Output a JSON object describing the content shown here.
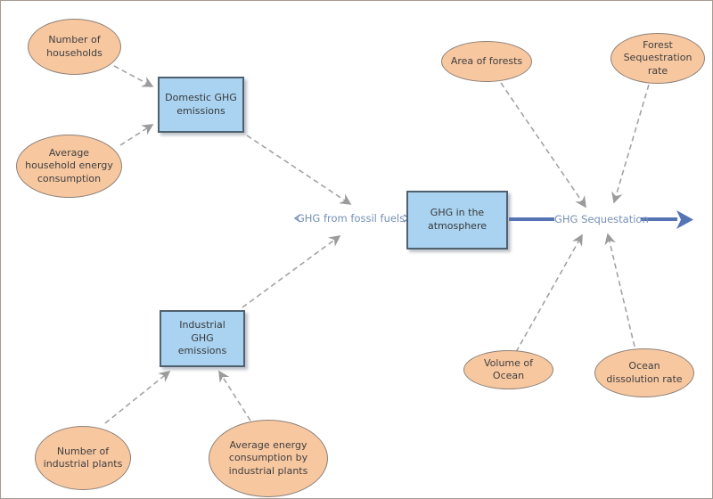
{
  "diagram": {
    "variables": {
      "number_of_households": {
        "label": "Number of households"
      },
      "average_household_energy_consumption": {
        "label": "Average household energy consumption"
      },
      "number_of_industrial_plants": {
        "label": "Number of industrial plants"
      },
      "average_energy_consumption_by_industrial_plants": {
        "label": "Average energy consumption by industrial plants"
      },
      "area_of_forests": {
        "label": "Area of forests"
      },
      "forest_sequestration_rate": {
        "label": "Forest Sequestration rate"
      },
      "volume_of_ocean": {
        "label": "Volume of Ocean"
      },
      "ocean_dissolution_rate": {
        "label": "Ocean dissolution rate"
      }
    },
    "stocks": {
      "domestic_ghg_emissions": {
        "label": "Domestic GHG emissions"
      },
      "ghg_in_the_atmosphere": {
        "label": "GHG in the atmosphere"
      },
      "industrial_ghg_emissions": {
        "label": "Industrial GHG emissions"
      }
    },
    "flows": {
      "ghg_from_fossil_fuels": {
        "label": "GHG from fossil fuels"
      },
      "ghg_sequestation": {
        "label": "GHG Sequestation"
      }
    },
    "edges": [
      {
        "from": "number_of_households",
        "to": "domestic_ghg_emissions",
        "style": "dashed-arrow"
      },
      {
        "from": "average_household_energy_consumption",
        "to": "domestic_ghg_emissions",
        "style": "dashed-arrow"
      },
      {
        "from": "domestic_ghg_emissions",
        "to": "ghg_from_fossil_fuels",
        "style": "dashed-arrow"
      },
      {
        "from": "industrial_ghg_emissions",
        "to": "ghg_from_fossil_fuels",
        "style": "dashed-arrow"
      },
      {
        "from": "number_of_industrial_plants",
        "to": "industrial_ghg_emissions",
        "style": "dashed-arrow"
      },
      {
        "from": "average_energy_consumption_by_industrial_plants",
        "to": "industrial_ghg_emissions",
        "style": "dashed-arrow"
      },
      {
        "from": "area_of_forests",
        "to": "ghg_sequestation",
        "style": "dashed-arrow"
      },
      {
        "from": "forest_sequestration_rate",
        "to": "ghg_sequestation",
        "style": "dashed-arrow"
      },
      {
        "from": "volume_of_ocean",
        "to": "ghg_sequestation",
        "style": "dashed-arrow"
      },
      {
        "from": "ocean_dissolution_rate",
        "to": "ghg_sequestation",
        "style": "dashed-arrow"
      },
      {
        "from": "ghg_in_the_atmosphere",
        "to": "ghg_sequestation",
        "style": "flow-pipe"
      },
      {
        "from": "ghg_sequestation",
        "to": "right-edge",
        "style": "flow-pipe-arrow"
      }
    ],
    "colors": {
      "background": "#ffffff",
      "variable_fill": "#f7c7a0",
      "variable_border": "#8d8178",
      "stock_fill": "#a9d3f1",
      "stock_border": "#4f616f",
      "dashed_arrow": "#a3a3a3",
      "flow_label_text": "#7590b5",
      "flow_pipe": "#5474b4",
      "node_text": "#3f3f3f"
    }
  }
}
